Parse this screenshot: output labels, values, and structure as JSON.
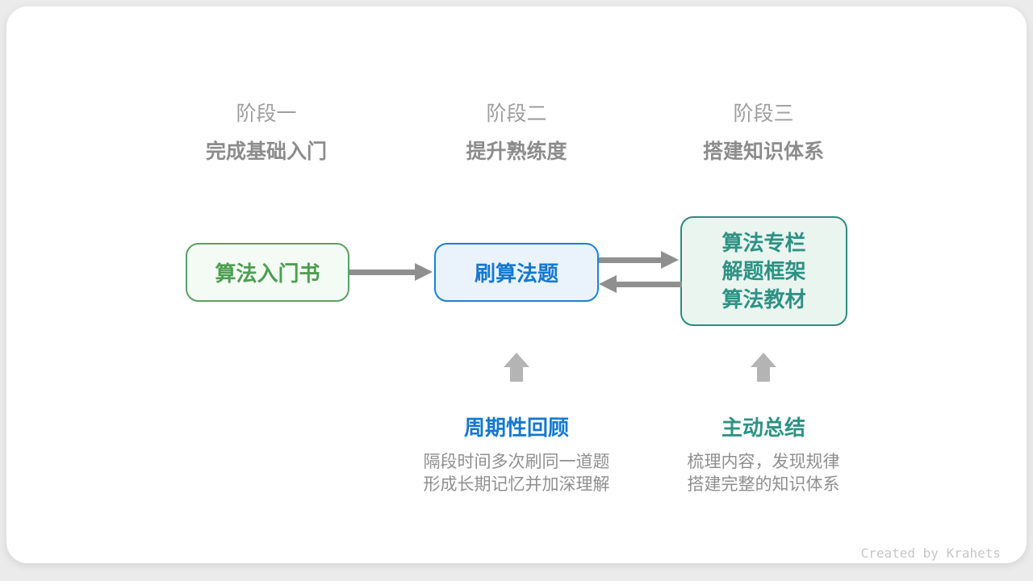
{
  "stages": [
    {
      "label": "阶段一",
      "title": "完成基础入门"
    },
    {
      "label": "阶段二",
      "title": "提升熟练度"
    },
    {
      "label": "阶段三",
      "title": "搭建知识体系"
    }
  ],
  "nodes": {
    "intro_book": {
      "label": "算法入门书",
      "text_color": "#4d9e52",
      "border_color": "#5aa05e",
      "bg_color": "#f4faf4"
    },
    "practice": {
      "label": "刷算法题",
      "text_color": "#1478d0",
      "border_color": "#1b80d8",
      "bg_color": "#eaf3fc"
    },
    "resources": {
      "lines": [
        "算法专栏",
        "解题框架",
        "算法教材"
      ],
      "text_color": "#2d9284",
      "border_color": "#2e8b7d",
      "bg_color": "#eaf5f0"
    }
  },
  "methods": [
    {
      "title": "周期性回顾",
      "color": "#1478d0",
      "desc": [
        "隔段时间多次刷同一道题",
        "形成长期记忆并加深理解"
      ]
    },
    {
      "title": "主动总结",
      "color": "#2d9284",
      "desc": [
        "梳理内容，发现规律",
        "搭建完整的知识体系"
      ]
    }
  ],
  "arrows": {
    "connector_color": "#8f8f8f",
    "up_arrow_color": "#b4b4b4"
  },
  "credit": "Created by Krahets"
}
